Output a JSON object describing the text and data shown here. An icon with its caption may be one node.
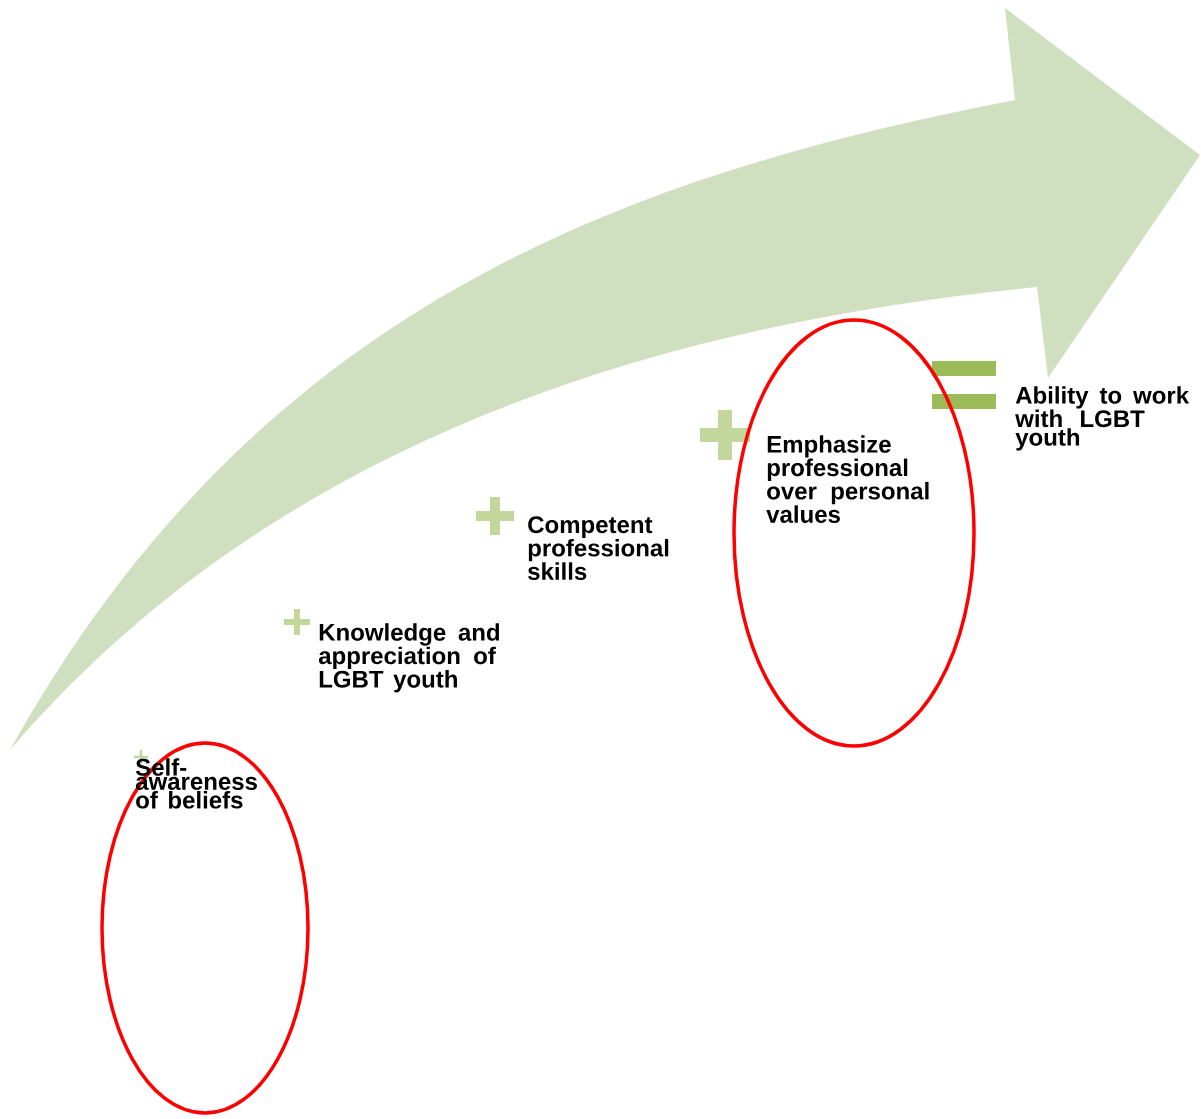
{
  "diagram": {
    "nodes": [
      {
        "text": [
          "Self-awareness of beliefs"
        ]
      },
      {
        "text": [
          "Emphasize professional over personal values"
        ]
      }
    ],
    "labels": [
      "Knowledge and appreciation of LGBT youth",
      "Competent professional skills",
      "Ability to work with LGBT youth"
    ]
  }
}
